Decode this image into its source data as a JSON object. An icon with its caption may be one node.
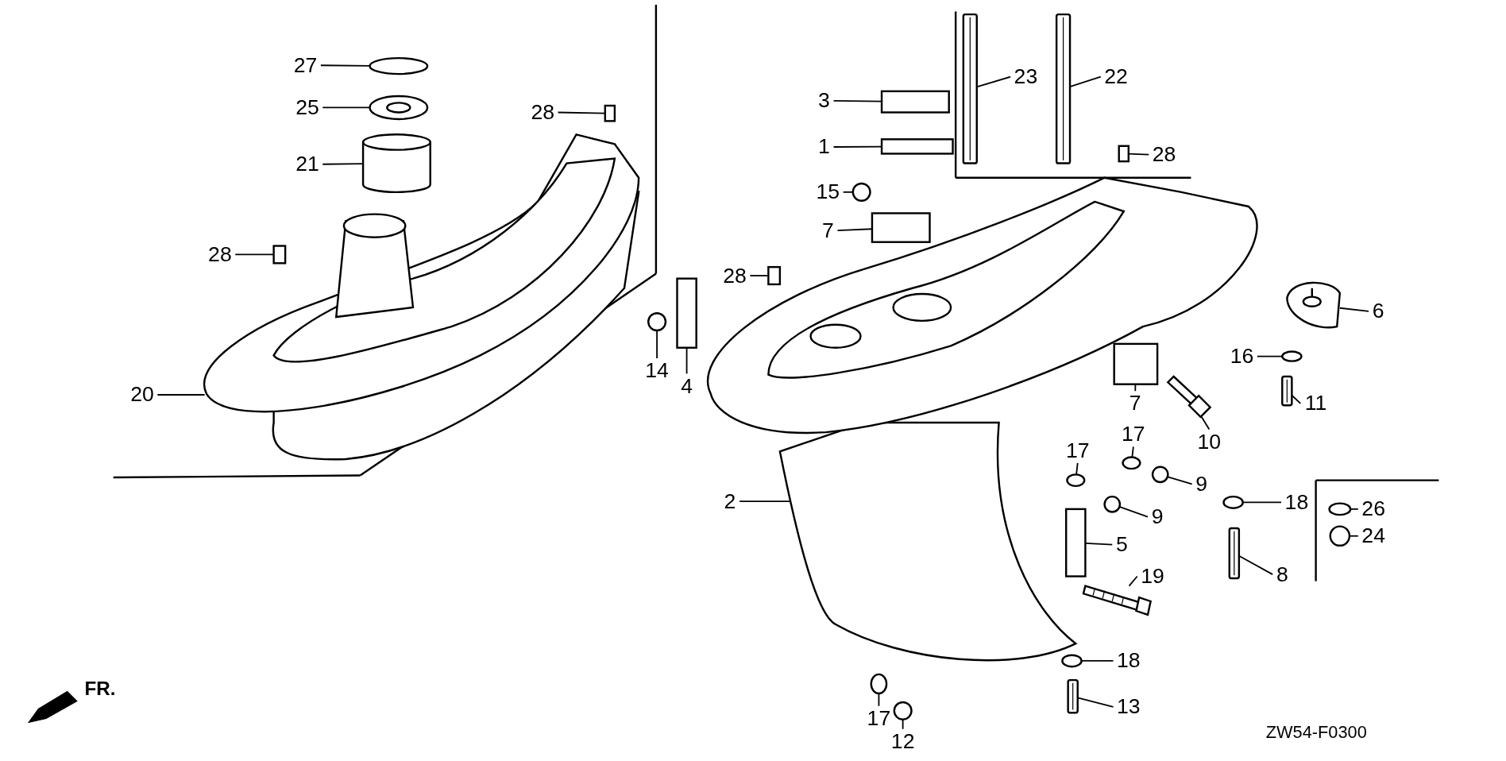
{
  "diagram": {
    "nodes": [
      {
        "text": [
          "27"
        ]
      },
      {
        "text": [
          "25"
        ]
      },
      {
        "text": [
          "21"
        ]
      },
      {
        "text": [
          "28"
        ]
      },
      {
        "text": [
          "28"
        ]
      },
      {
        "text": [
          "20"
        ]
      },
      {
        "text": [
          "3"
        ]
      },
      {
        "text": [
          "1"
        ]
      },
      {
        "text": [
          "23"
        ]
      },
      {
        "text": [
          "22"
        ]
      },
      {
        "text": [
          "28"
        ]
      },
      {
        "text": [
          "15"
        ]
      },
      {
        "text": [
          "7"
        ]
      },
      {
        "text": [
          "28"
        ]
      },
      {
        "text": [
          "14"
        ]
      },
      {
        "text": [
          "4"
        ]
      },
      {
        "text": [
          "6"
        ]
      },
      {
        "text": [
          "16"
        ]
      },
      {
        "text": [
          "11"
        ]
      },
      {
        "text": [
          "7"
        ]
      },
      {
        "text": [
          "10"
        ]
      },
      {
        "text": [
          "17"
        ]
      },
      {
        "text": [
          "17"
        ]
      },
      {
        "text": [
          "9"
        ]
      },
      {
        "text": [
          "9"
        ]
      },
      {
        "text": [
          "18"
        ]
      },
      {
        "text": [
          "2"
        ]
      },
      {
        "text": [
          "26"
        ]
      },
      {
        "text": [
          "24"
        ]
      },
      {
        "text": [
          "5"
        ]
      },
      {
        "text": [
          "8"
        ]
      },
      {
        "text": [
          "19"
        ]
      },
      {
        "text": [
          "18"
        ]
      },
      {
        "text": [
          "17"
        ]
      },
      {
        "text": [
          "12"
        ]
      },
      {
        "text": [
          "13"
        ]
      },
      {
        "text": [],
        "shape": "circle"
      },
      {
        "text": [],
        "shape": "picture"
      },
      {
        "text": [],
        "shape": "cylinder"
      },
      {
        "text": [],
        "shape": "box"
      },
      {
        "text": [],
        "shape": "box"
      },
      {
        "text": [],
        "shape": "picture"
      },
      {
        "text": [],
        "shape": "box"
      },
      {
        "text": [],
        "shape": "box"
      },
      {
        "text": [],
        "shape": "bar"
      },
      {
        "text": [],
        "shape": "bar"
      },
      {
        "text": [],
        "shape": "box"
      },
      {
        "text": [],
        "shape": "circle"
      },
      {
        "text": [],
        "shape": "box"
      },
      {
        "text": [],
        "shape": "box"
      },
      {
        "text": [],
        "shape": "circle"
      },
      {
        "text": [],
        "shape": "box"
      },
      {
        "text": [],
        "shape": "picture"
      },
      {
        "text": [],
        "shape": "circle"
      },
      {
        "text": [],
        "shape": "bar"
      },
      {
        "text": [],
        "shape": "box"
      },
      {
        "text": [],
        "shape": "picture"
      },
      {
        "text": [],
        "shape": "circle"
      },
      {
        "text": [],
        "shape": "circle"
      },
      {
        "text": [],
        "shape": "circle"
      },
      {
        "text": [],
        "shape": "circle"
      },
      {
        "text": [],
        "shape": "circle"
      },
      {
        "text": [],
        "shape": "picture"
      },
      {
        "text": [],
        "shape": "circle"
      },
      {
        "text": [],
        "shape": "circle"
      },
      {
        "text": [],
        "shape": "box"
      },
      {
        "text": [],
        "shape": "bar"
      },
      {
        "text": [],
        "shape": "picture"
      },
      {
        "text": [],
        "shape": "circle"
      },
      {
        "text": [],
        "shape": "circle"
      },
      {
        "text": [],
        "shape": "circle"
      },
      {
        "text": [],
        "shape": "bar"
      }
    ],
    "edges": [
      {
        "from": 0,
        "to": 36,
        "arrow": "none"
      },
      {
        "from": 1,
        "to": 37,
        "arrow": "none"
      },
      {
        "from": 2,
        "to": 38,
        "arrow": "none"
      },
      {
        "from": 3,
        "to": 39,
        "arrow": "none"
      },
      {
        "from": 4,
        "to": 40,
        "arrow": "none"
      },
      {
        "from": 5,
        "to": 41,
        "arrow": "none"
      },
      {
        "from": 6,
        "to": 42,
        "arrow": "none"
      },
      {
        "from": 7,
        "to": 43,
        "arrow": "none"
      },
      {
        "from": 8,
        "to": 44,
        "arrow": "none"
      },
      {
        "from": 9,
        "to": 45,
        "arrow": "none"
      },
      {
        "from": 10,
        "to": 46,
        "arrow": "none"
      },
      {
        "from": 11,
        "to": 47,
        "arrow": "none"
      },
      {
        "from": 12,
        "to": 48,
        "arrow": "none"
      },
      {
        "from": 13,
        "to": 49,
        "arrow": "none"
      },
      {
        "from": 14,
        "to": 50,
        "arrow": "none"
      },
      {
        "from": 15,
        "to": 51,
        "arrow": "none"
      },
      {
        "from": 16,
        "to": 52,
        "arrow": "none"
      },
      {
        "from": 17,
        "to": 53,
        "arrow": "none"
      },
      {
        "from": 18,
        "to": 54,
        "arrow": "none"
      },
      {
        "from": 19,
        "to": 55,
        "arrow": "none"
      },
      {
        "from": 20,
        "to": 56,
        "arrow": "none"
      },
      {
        "from": 21,
        "to": 57,
        "arrow": "none"
      },
      {
        "from": 22,
        "to": 58,
        "arrow": "none"
      },
      {
        "from": 23,
        "to": 59,
        "arrow": "none"
      },
      {
        "from": 24,
        "to": 60,
        "arrow": "none"
      },
      {
        "from": 25,
        "to": 61,
        "arrow": "none"
      },
      {
        "from": 26,
        "to": 62,
        "arrow": "none"
      },
      {
        "from": 27,
        "to": 63,
        "arrow": "none"
      },
      {
        "from": 28,
        "to": 64,
        "arrow": "none"
      },
      {
        "from": 29,
        "to": 65,
        "arrow": "none"
      },
      {
        "from": 30,
        "to": 66,
        "arrow": "none"
      },
      {
        "from": 31,
        "to": 67,
        "arrow": "none"
      },
      {
        "from": 32,
        "to": 68,
        "arrow": "none"
      },
      {
        "from": 33,
        "to": 69,
        "arrow": "none"
      },
      {
        "from": 34,
        "to": 70,
        "arrow": "none"
      },
      {
        "from": 35,
        "to": 71,
        "arrow": "none"
      }
    ],
    "labels": [
      "FR.",
      "ZW54-F0300"
    ]
  }
}
